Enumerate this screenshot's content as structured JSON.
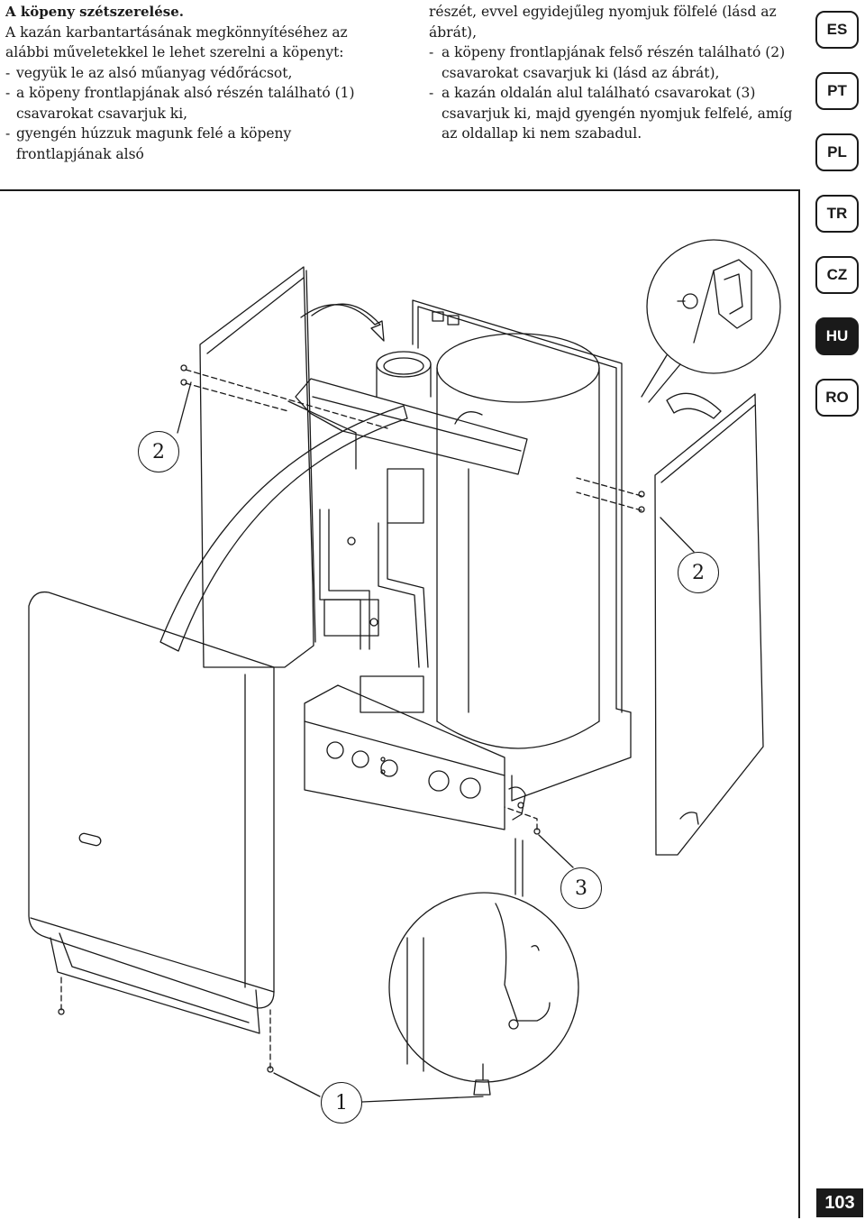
{
  "left_column": {
    "title": "A köpeny szétszerelése.",
    "intro": "A kazán karbantartásának megkönnyítéséhez az alábbi műveletekkel le lehet szerelni a köpenyt:",
    "items": [
      "vegyük le az alsó műanyag védőrácsot,",
      "a köpeny frontlapjának alsó részén található (1) csavarokat csavarjuk ki,",
      "gyengén húzzuk magunk felé a köpeny frontlapjának alsó"
    ]
  },
  "right_column": {
    "continuation": "részét, evvel egyidejűleg nyomjuk fölfelé (lásd az ábrát),",
    "items": [
      "a köpeny frontlapjának felső részén található (2) csavarokat csavarjuk ki (lásd az ábrát),",
      "a kazán oldalán alul található csavarokat (3) csavarjuk ki, majd gyengén nyomjuk felfelé, amíg az oldallap ki nem szabadul."
    ]
  },
  "language_tabs": [
    {
      "code": "ES",
      "active": false
    },
    {
      "code": "PT",
      "active": false
    },
    {
      "code": "PL",
      "active": false
    },
    {
      "code": "TR",
      "active": false
    },
    {
      "code": "CZ",
      "active": false
    },
    {
      "code": "HU",
      "active": true
    },
    {
      "code": "RO",
      "active": false
    }
  ],
  "callouts": {
    "left_top": "2",
    "right_top": "2",
    "bottom_right": "3",
    "bottom": "1"
  },
  "page_number": "103",
  "colors": {
    "ink": "#1a1a1a",
    "paper": "#ffffff"
  }
}
